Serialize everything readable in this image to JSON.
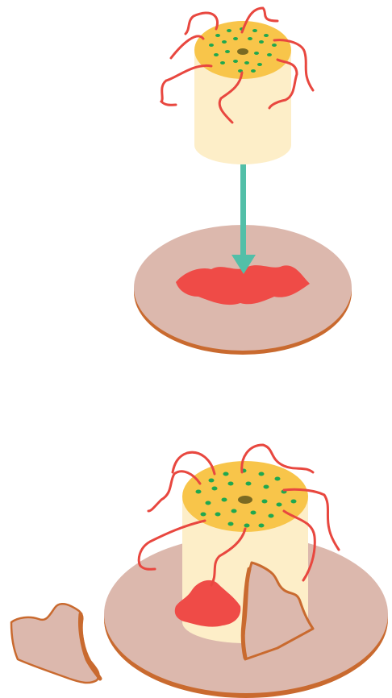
{
  "colors": {
    "background": "#ffffff",
    "dish_top": "#dcb8ad",
    "dish_rim": "#c96a2f",
    "spill": "#ef4b47",
    "cylinder_body": "#fdeec8",
    "cylinder_top": "#f8c54a",
    "dots": "#1fa84f",
    "center_hole": "#7a6a22",
    "filaments": "#e8473f",
    "arrow": "#52bfa8",
    "broken_shard": "#dcb8ad"
  },
  "icons": {
    "arrow": "down-arrow-icon",
    "cylinder": "pollinated-stigma-cylinder",
    "dish": "receptacle-dish",
    "shard": "broken-fragment"
  }
}
